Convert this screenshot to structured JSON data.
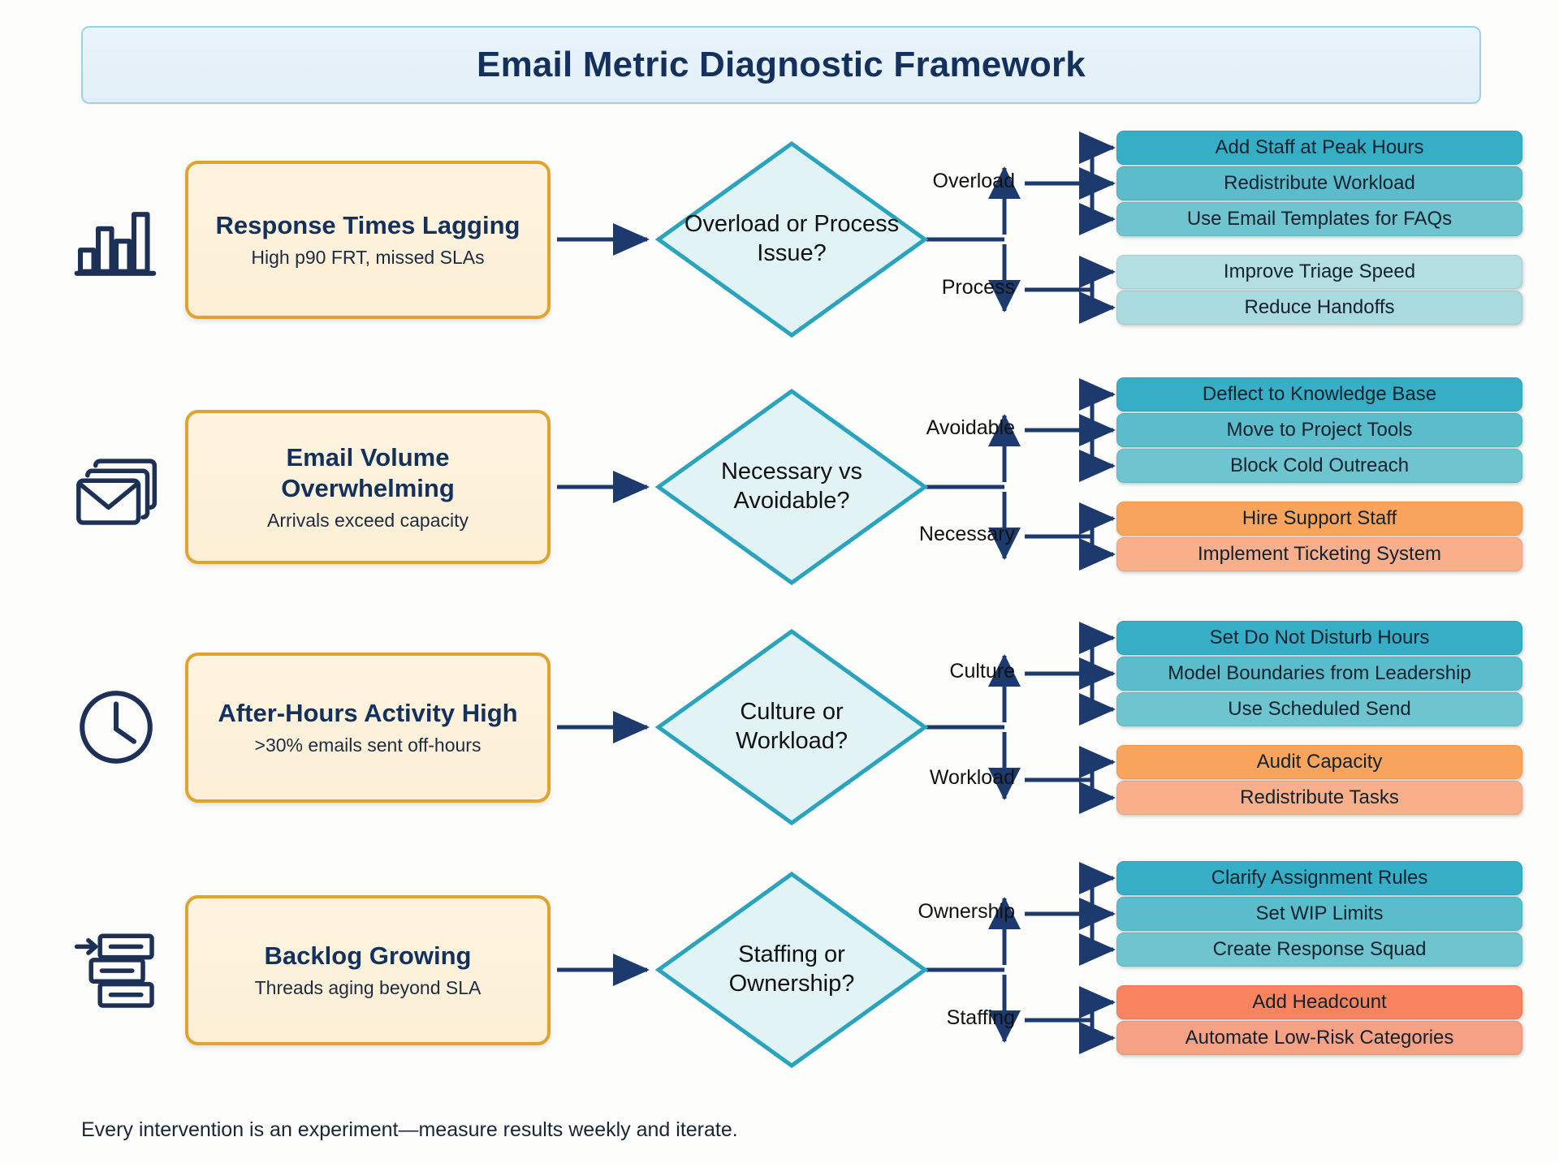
{
  "header": {
    "title": "Email Metric Diagnostic Framework"
  },
  "footer": {
    "note": "Every intervention is an experiment—measure results weekly and iterate."
  },
  "colors": {
    "title_text": "#13315c",
    "title_bg": "#e8f3fa",
    "title_border": "#9fd3e4",
    "problem_bg": "#fdf3df",
    "problem_border": "#e0a32e",
    "problem_title_text": "#13315c",
    "diamond_fill": "#e2f3f6",
    "diamond_stroke": "#2aa3bd",
    "connector": "#1c3a6e",
    "icon": "#1d3056",
    "teal_1": "#35aec6",
    "teal_2": "#5bbdcc",
    "teal_3": "#6ec4cf",
    "teal_light_1": "#b3dfe2",
    "teal_light_2": "#a9dade",
    "orange_1": "#f9a45c",
    "orange_2": "#f9b08a",
    "coral_1": "#f7845e",
    "coral_2": "#f6a184"
  },
  "rows": [
    {
      "icon": "bar-chart-icon",
      "problem": {
        "title": "Response Times Lagging",
        "subtitle": "High p90 FRT, missed SLAs"
      },
      "decision": "Overload or Process Issue?",
      "branches": [
        {
          "label": "Overload",
          "actions": [
            {
              "label": "Add Staff at Peak Hours",
              "color": "#35aec6"
            },
            {
              "label": "Redistribute Workload",
              "color": "#5bbdcc"
            },
            {
              "label": "Use Email Templates for FAQs",
              "color": "#6ec4cf"
            }
          ]
        },
        {
          "label": "Process",
          "actions": [
            {
              "label": "Improve Triage Speed",
              "color": "#b3dfe2"
            },
            {
              "label": "Reduce Handoffs",
              "color": "#a9dade"
            }
          ]
        }
      ]
    },
    {
      "icon": "stacked-mail-icon",
      "problem": {
        "title": "Email Volume Overwhelming",
        "subtitle": "Arrivals exceed capacity"
      },
      "decision": "Necessary vs Avoidable?",
      "branches": [
        {
          "label": "Avoidable",
          "actions": [
            {
              "label": "Deflect to Knowledge Base",
              "color": "#35aec6"
            },
            {
              "label": "Move to Project Tools",
              "color": "#5bbdcc"
            },
            {
              "label": "Block Cold Outreach",
              "color": "#6ec4cf"
            }
          ]
        },
        {
          "label": "Necessary",
          "actions": [
            {
              "label": "Hire Support Staff",
              "color": "#f9a45c"
            },
            {
              "label": "Implement Ticketing System",
              "color": "#f9b08a"
            }
          ]
        }
      ]
    },
    {
      "icon": "clock-icon",
      "problem": {
        "title": "After-Hours Activity High",
        "subtitle": ">30% emails sent off-hours"
      },
      "decision": "Culture or Workload?",
      "branches": [
        {
          "label": "Culture",
          "actions": [
            {
              "label": "Set Do Not Disturb Hours",
              "color": "#35aec6"
            },
            {
              "label": "Model Boundaries from Leadership",
              "color": "#5bbdcc"
            },
            {
              "label": "Use Scheduled Send",
              "color": "#6ec4cf"
            }
          ]
        },
        {
          "label": "Workload",
          "actions": [
            {
              "label": "Audit Capacity",
              "color": "#f9a45c"
            },
            {
              "label": "Redistribute Tasks",
              "color": "#f9b08a"
            }
          ]
        }
      ]
    },
    {
      "icon": "backlog-queue-icon",
      "problem": {
        "title": "Backlog Growing",
        "subtitle": "Threads aging beyond SLA"
      },
      "decision": "Staffing or Ownership?",
      "branches": [
        {
          "label": "Ownership",
          "actions": [
            {
              "label": "Clarify Assignment Rules",
              "color": "#35aec6"
            },
            {
              "label": "Set WIP Limits",
              "color": "#5bbdcc"
            },
            {
              "label": "Create Response Squad",
              "color": "#6ec4cf"
            }
          ]
        },
        {
          "label": "Staffing",
          "actions": [
            {
              "label": "Add Headcount",
              "color": "#f7845e"
            },
            {
              "label": "Automate Low-Risk Categories",
              "color": "#f6a184"
            }
          ]
        }
      ]
    }
  ]
}
